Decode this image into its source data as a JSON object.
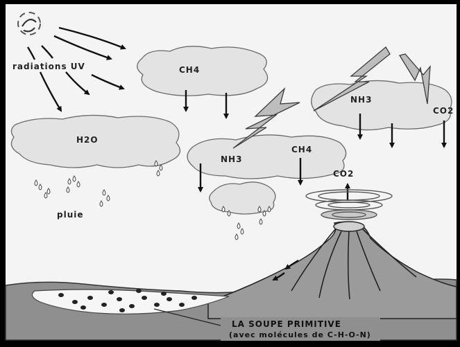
{
  "labels": {
    "uv": "radiations UV",
    "h2o": "H2O",
    "ch4_top": "CH4",
    "nh3_right": "NH3",
    "co2_right": "CO2",
    "nh3_mid": "NH3",
    "ch4_mid": "CH4",
    "co2_volcano": "CO2",
    "rain": "pluie",
    "soup_title": "LA SOUPE PRIMITIVE",
    "soup_sub": "(avec molécules de C-H-O-N)"
  },
  "colors": {
    "background": "#f4f4f4",
    "frame": "#000000",
    "cloud_fill": "#e3e3e3",
    "ground": "#8f8f8f",
    "volcano": "#9b9b9b",
    "soup": "#f6f6f6",
    "ink": "#111111"
  },
  "icons": [
    "sun-icon",
    "lightning-bolt-icon",
    "raindrop-icon",
    "arrow-icon"
  ]
}
